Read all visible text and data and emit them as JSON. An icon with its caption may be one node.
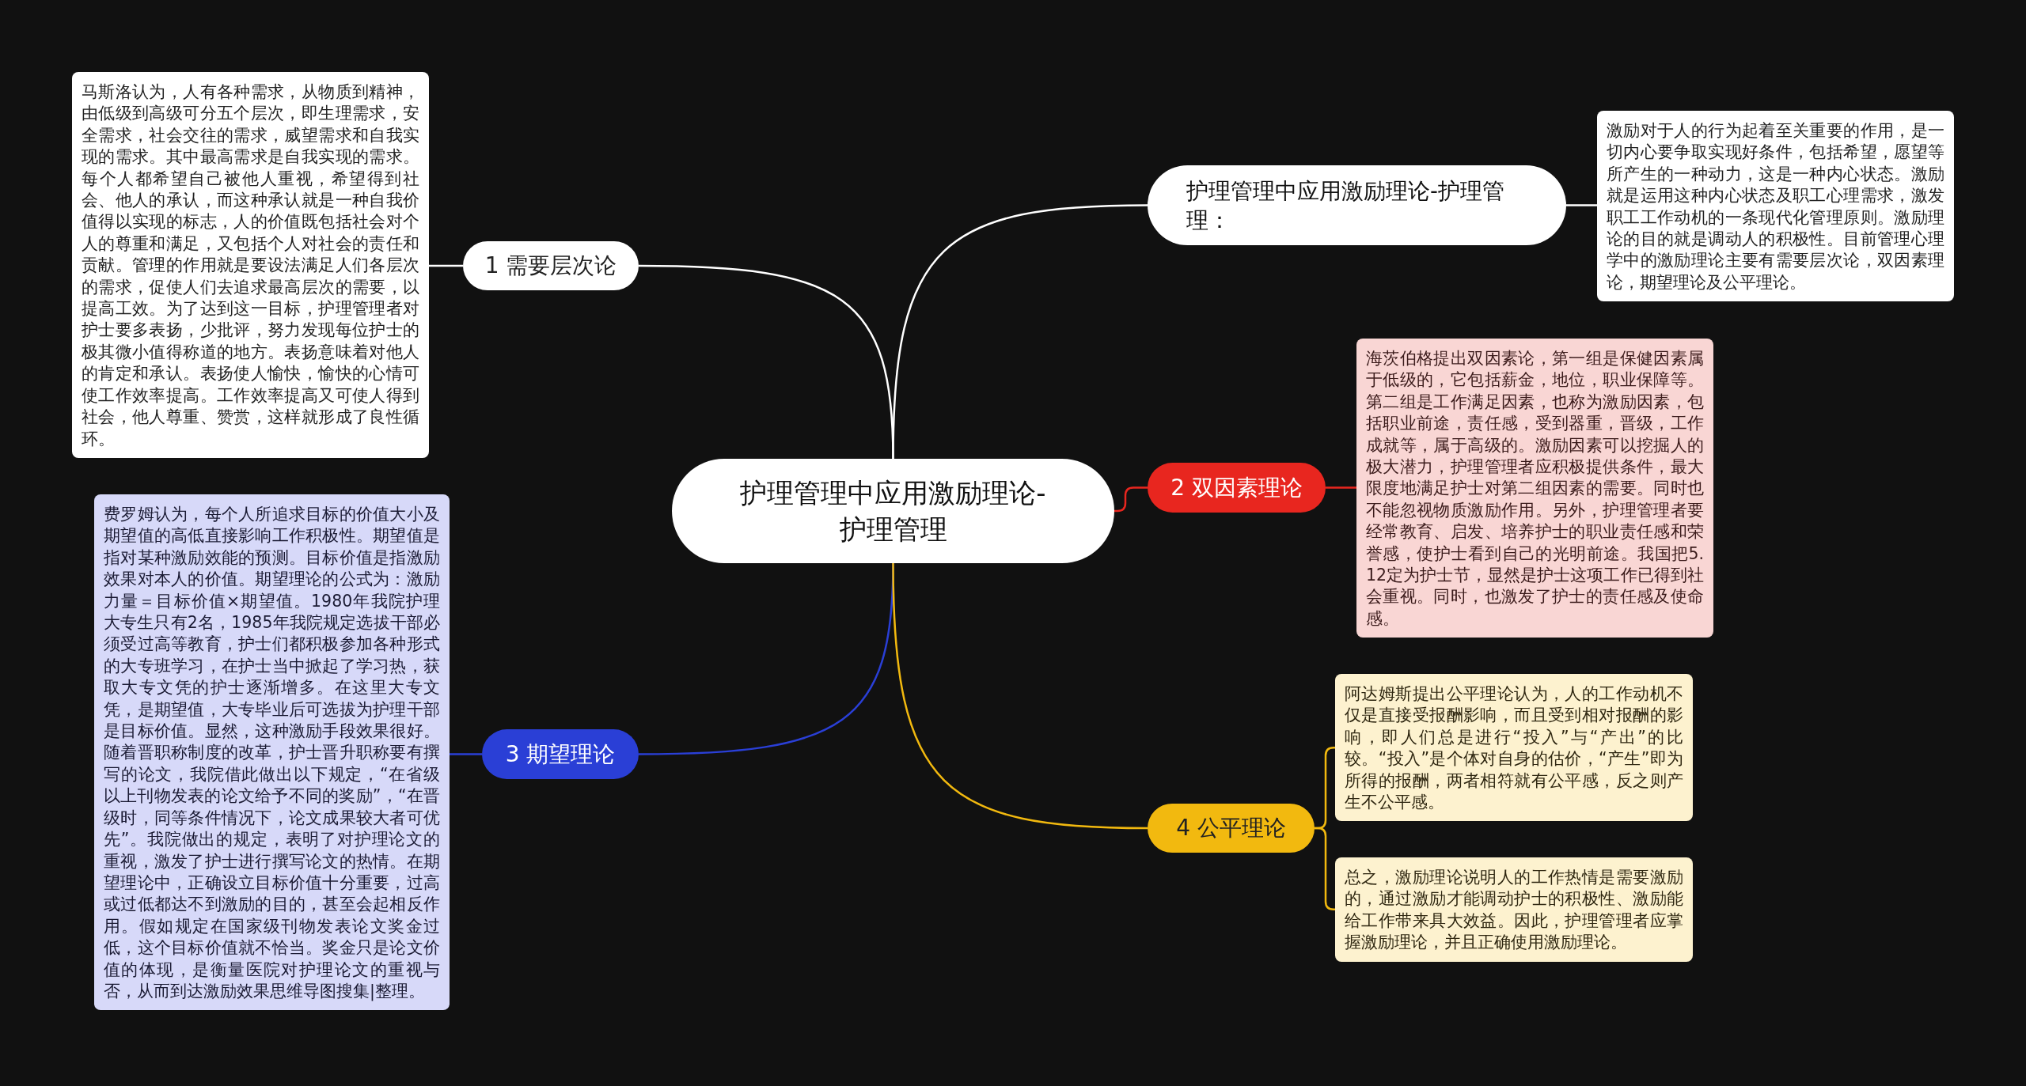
{
  "diagram": {
    "nodes": [
      {
        "text": [
          "护理管理中应用激励理论-护理管理"
        ]
      },
      {
        "text": [
          "护理管理中应用激励理论-护理管理："
        ]
      },
      {
        "text": [
          "激励对于人的行为起着至关重要的作用，是一切内心要争取实现好条件，包括希望，愿望等所产生的一种动力，这是一种内心状态。激励就是运用这种内心状态及职工心理需求，激发职工工作动机的一条现代化管理原则。激励理论的目的就是调动人的积极性。目前管理心理学中的激励理论主要有需要层次论，双因素理论，期望理论及公平理论。"
        ]
      },
      {
        "text": [
          "1 需要层次论"
        ]
      },
      {
        "text": [
          "马斯洛认为，人有各种需求，从物质到精神，由低级到高级可分五个层次，即生理需求，安全需求，社会交往的需求，威望需求和自我实现的需求。其中最高需求是自我实现的需求。每个人都希望自己被他人重视，希望得到社会、他人的承认，而这种承认就是一种自我价值得以实现的标志，人的价值既包括社会对个人的尊重和满足，又包括个人对社会的责任和贡献。管理的作用就是要设法满足人们各层次的需求，促使人们去追求最高层次的需要，以提高工效。为了达到这一目标，护理管理者对护士要多表扬，少批评，努力发现每位护士的极其微小值得称道的地方。表扬意味着对他人的肯定和承认。表扬使人愉快，愉快的心情可使工作效率提高。工作效率提高又可使人得到社会，他人尊重、赞赏，这样就形成了良性循环。"
        ]
      },
      {
        "text": [
          "2 双因素理论"
        ]
      },
      {
        "text": [
          "海茨伯格提出双因素论，第一组是保健因素属于低级的，它包括薪金，地位，职业保障等。第二组是工作满足因素，也称为激励因素，包括职业前途，责任感，受到器重，晋级，工作成就等，属于高级的。激励因素可以挖掘人的极大潜力，护理管理者应积极提供条件，最大限度地满足护士对第二组因素的需要。同时也不能忽视物质激励作用。另外，护理管理者要经常教育、启发、培养护士的职业责任感和荣誉感，使护士看到自己的光明前途。我国把5.12定为护士节，显然是护士这项工作已得到社会重视。同时，也激发了护士的责任感及使命感。"
        ]
      },
      {
        "text": [
          "3 期望理论"
        ]
      },
      {
        "text": [
          "费罗姆认为，每个人所追求目标的价值大小及期望值的高低直接影响工作积极性。期望值是指对某种激励效能的预测。目标价值是指激励效果对本人的价值。期望理论的公式为：激励力量＝目标价值×期望值。1980年我院护理大专生只有2名，1985年我院规定选拔干部必须受过高等教育，护士们都积极参加各种形式的大专班学习，在护士当中掀起了学习热，获取大专文凭的护士逐渐增多。在这里大专文凭，是期望值，大专毕业后可选拔为护理干部是目标价值。显然，这种激励手段效果很好。随着晋职称制度的改革，护士晋升职称要有撰写的论文，我院借此做出以下规定，“在省级以上刊物发表的论文给予不同的奖励”，“在晋级时，同等条件情况下，论文成果较大者可优先”。我院做出的规定，表明了对护理论文的重视，激发了护士进行撰写论文的热情。在期望理论中，正确设立目标价值十分重要，过高或过低都达不到激励的目的，甚至会起相反作用。假如规定在国家级刊物发表论文奖金过低，这个目标价值就不恰当。奖金只是论文价值的体现，是衡量医院对护理论文的重视与否，从而到达激励效果思维导图搜集|整理。"
        ]
      },
      {
        "text": [
          "4 公平理论"
        ]
      },
      {
        "text": [
          "阿达姆斯提出公平理论认为，人的工作动机不仅是直接受报酬影响，而且受到相对报酬的影响，即人们总是进行“投入”与“产出”的比较。“投入”是个体对自身的估价，“产生”即为所得的报酬，两者相符就有公平感，反之则产生不公平感。"
        ]
      },
      {
        "text": [
          "总之，激励理论说明人的工作热情是需要激励的，通过激励才能调动护士的积极性、激励能给工作带来具大效益。因此，护理管理者应掌握激励理论，并且正确使用激励理论。"
        ]
      }
    ],
    "edges": [
      {
        "from": 0,
        "to": 1,
        "arrow": "none"
      },
      {
        "from": 1,
        "to": 2,
        "arrow": "none"
      },
      {
        "from": 0,
        "to": 3,
        "arrow": "none"
      },
      {
        "from": 3,
        "to": 4,
        "arrow": "none"
      },
      {
        "from": 0,
        "to": 5,
        "arrow": "none",
        "color": "#e8261f"
      },
      {
        "from": 5,
        "to": 6,
        "arrow": "none",
        "color": "#e8261f"
      },
      {
        "from": 0,
        "to": 7,
        "arrow": "none",
        "color": "#2a3fd6"
      },
      {
        "from": 7,
        "to": 8,
        "arrow": "none",
        "color": "#2a3fd6"
      },
      {
        "from": 0,
        "to": 9,
        "arrow": "none",
        "color": "#f2b90f"
      },
      {
        "from": 9,
        "to": 10,
        "arrow": "none",
        "color": "#f2b90f"
      },
      {
        "from": 9,
        "to": 11,
        "arrow": "none",
        "color": "#f2b90f"
      }
    ]
  }
}
